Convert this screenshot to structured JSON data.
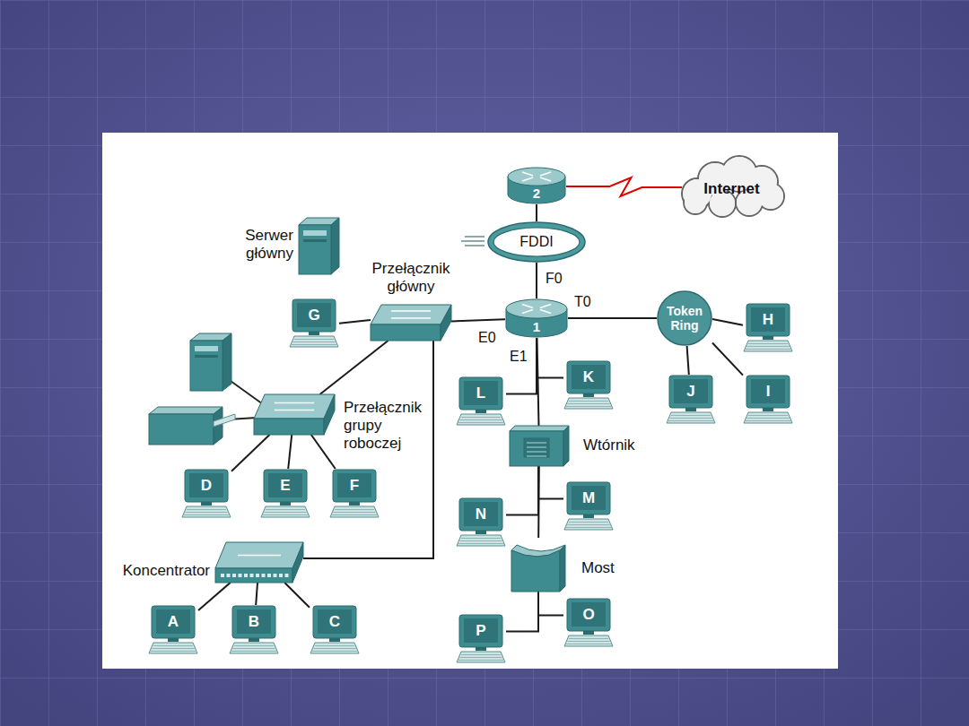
{
  "diagram": {
    "nodes": [
      {
        "text": [
          "2"
        ]
      },
      {
        "text": [
          "Internet"
        ]
      },
      {
        "text": [
          "FDDI"
        ]
      },
      {
        "text": [
          "Serwer główny"
        ]
      },
      {
        "text": [
          "Przełącznik główny"
        ]
      },
      {
        "text": [
          "1"
        ]
      },
      {
        "text": [
          "Token Ring"
        ]
      },
      {
        "text": [
          "G"
        ]
      },
      {
        "text": [
          "H"
        ]
      },
      {
        "text": [
          "L"
        ]
      },
      {
        "text": [
          "K"
        ]
      },
      {
        "text": [
          "J"
        ]
      },
      {
        "text": [
          "I"
        ]
      },
      {
        "text": [
          "Przełącznik grupy roboczej"
        ]
      },
      {
        "text": [
          "Wtórnik"
        ]
      },
      {
        "text": [
          "D"
        ]
      },
      {
        "text": [
          "E"
        ]
      },
      {
        "text": [
          "F"
        ]
      },
      {
        "text": [
          "N"
        ]
      },
      {
        "text": [
          "M"
        ]
      },
      {
        "text": [
          "Most"
        ]
      },
      {
        "text": [
          "Koncentrator"
        ]
      },
      {
        "text": [
          "P"
        ]
      },
      {
        "text": [
          "O"
        ]
      },
      {
        "text": [
          "A"
        ]
      },
      {
        "text": [
          "B"
        ]
      },
      {
        "text": [
          "C"
        ]
      }
    ],
    "edges": [
      {
        "from": 0,
        "to": 1,
        "arrow": "none"
      },
      {
        "from": 0,
        "to": 2,
        "arrow": "none"
      },
      {
        "from": 2,
        "to": 5,
        "arrow": "none"
      },
      {
        "from": 5,
        "to": 6,
        "arrow": "none"
      },
      {
        "from": 6,
        "to": 8,
        "arrow": "none"
      },
      {
        "from": 6,
        "to": 11,
        "arrow": "none"
      },
      {
        "from": 6,
        "to": 12,
        "arrow": "none"
      },
      {
        "from": 7,
        "to": 4,
        "arrow": "none"
      },
      {
        "from": 4,
        "to": 5,
        "arrow": "none"
      },
      {
        "from": 4,
        "to": 13,
        "arrow": "none"
      },
      {
        "from": 4,
        "to": 21,
        "arrow": "none"
      },
      {
        "from": 13,
        "to": 15,
        "arrow": "none"
      },
      {
        "from": 13,
        "to": 16,
        "arrow": "none"
      },
      {
        "from": 13,
        "to": 17,
        "arrow": "none"
      },
      {
        "from": 5,
        "to": 9,
        "arrow": "none"
      },
      {
        "from": 5,
        "to": 10,
        "arrow": "none"
      },
      {
        "from": 5,
        "to": 14,
        "arrow": "none"
      },
      {
        "from": 14,
        "to": 18,
        "arrow": "none"
      },
      {
        "from": 14,
        "to": 19,
        "arrow": "none"
      },
      {
        "from": 14,
        "to": 20,
        "arrow": "none"
      },
      {
        "from": 20,
        "to": 22,
        "arrow": "none"
      },
      {
        "from": 20,
        "to": 23,
        "arrow": "none"
      },
      {
        "from": 21,
        "to": 24,
        "arrow": "none"
      },
      {
        "from": 21,
        "to": 25,
        "arrow": "none"
      },
      {
        "from": 21,
        "to": 26,
        "arrow": "none"
      }
    ],
    "labels": [
      "F0",
      "T0",
      "E0",
      "E1"
    ]
  }
}
